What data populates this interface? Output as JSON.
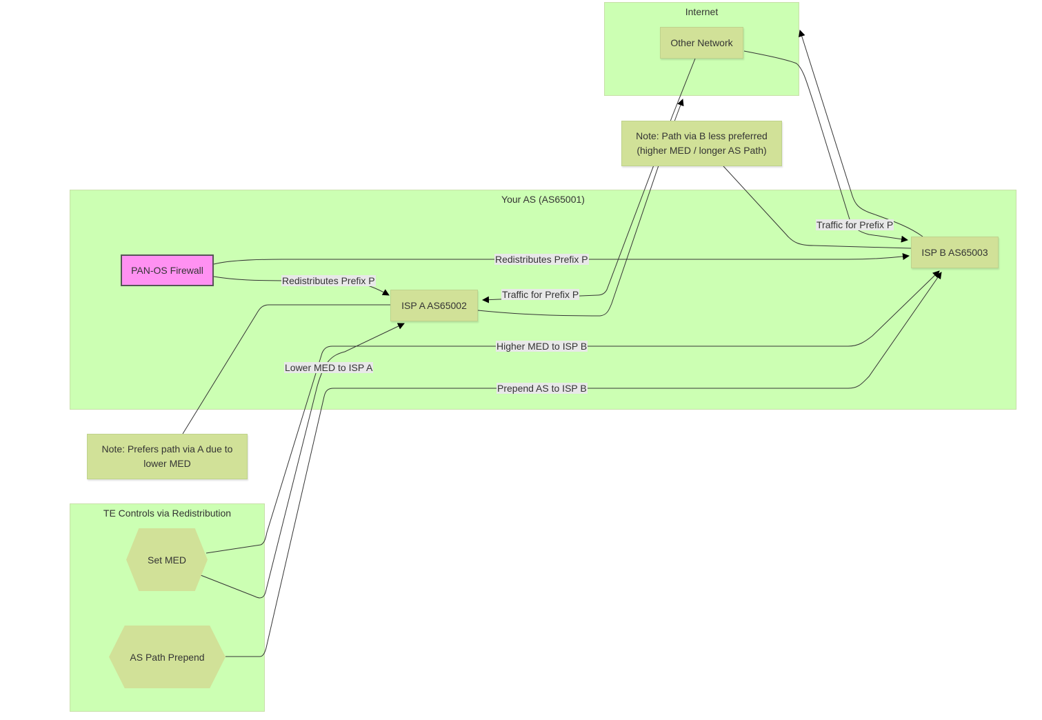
{
  "clusters": {
    "internet": "Internet",
    "your_as": "Your AS (AS65001)",
    "te_controls": "TE Controls via Redistribution"
  },
  "nodes": {
    "other_network": "Other Network",
    "note_b": "Note: Path via B less preferred (higher MED / longer AS Path)",
    "firewall": "PAN-OS Firewall",
    "isp_a": "ISP A AS65002",
    "isp_b": "ISP B AS65003",
    "note_a": "Note: Prefers path via A due to lower MED",
    "set_med": "Set MED",
    "as_path_prepend": "AS Path Prepend"
  },
  "edge_labels": {
    "fw_to_b": "Redistributes Prefix P",
    "fw_to_a": "Redistributes Prefix P",
    "traffic_a": "Traffic for Prefix P",
    "traffic_b": "Traffic for Prefix P",
    "higher_med": "Higher MED to ISP B",
    "lower_med": "Lower MED to ISP A",
    "prepend": "Prepend AS to ISP B"
  },
  "colors": {
    "cluster_fill": "#ccffb3",
    "node_fill": "#d1e198",
    "firewall_fill": "#ff91f2",
    "edge_stroke": "#333333",
    "label_background": "#e8e8e8"
  }
}
